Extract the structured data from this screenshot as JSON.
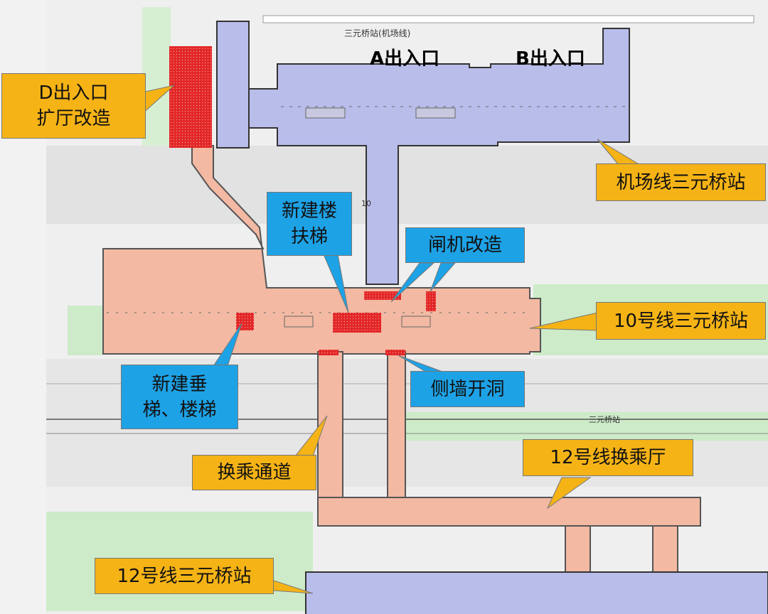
{
  "map_labels": {
    "airport_line_station_name": "三元桥站(机场线)",
    "entrance_a": "A出入口",
    "entrance_b": "B出入口",
    "line10_mark": "10",
    "sanyuanqiao_station": "三元桥站"
  },
  "callouts": {
    "d_entrance": "D出入口扩厅改造",
    "airport_line_station": "机场线三元桥站",
    "new_escalator": "新建楼扶梯",
    "gate_renovation": "闸机改造",
    "line10_station": "10号线三元桥站",
    "new_elevator_stairs": "新建垂梯、楼梯",
    "side_wall_opening": "侧墙开洞",
    "transfer_passage": "换乘通道",
    "line12_transfer_hall": "12号线换乘厅",
    "line12_station": "12号线三元桥站"
  },
  "colors": {
    "airport_line": "#b9bdea",
    "line10": "#f3b9a3",
    "renovation": "#e32828",
    "callout_orange": "#f5b316",
    "callout_blue": "#1ea2e6"
  }
}
